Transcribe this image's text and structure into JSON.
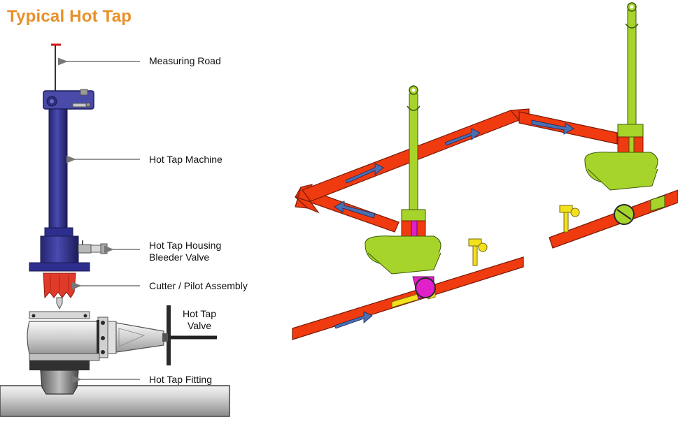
{
  "title": "Typical Hot Tap",
  "labels": {
    "measuring_rod": "Measuring Road",
    "hot_tap_machine": "Hot Tap Machine",
    "housing_line1": "Hot Tap Housing",
    "housing_line2": "Bleeder Valve",
    "cutter": "Cutter / Pilot Assembly",
    "valve_line1": "Hot Tap",
    "valve_line2": "Valve",
    "fitting": "Hot Tap Fitting"
  },
  "colors": {
    "title": "#e8902a",
    "machine_blue": "#2e2e8f",
    "cutter_red": "#e03a2a",
    "pipe_red": "#f03a10",
    "machine_green": "#a6d42a",
    "cutter_magenta": "#e020c8",
    "valve_yellow": "#f2e21e",
    "flow_arrow": "#4a6fb0"
  }
}
